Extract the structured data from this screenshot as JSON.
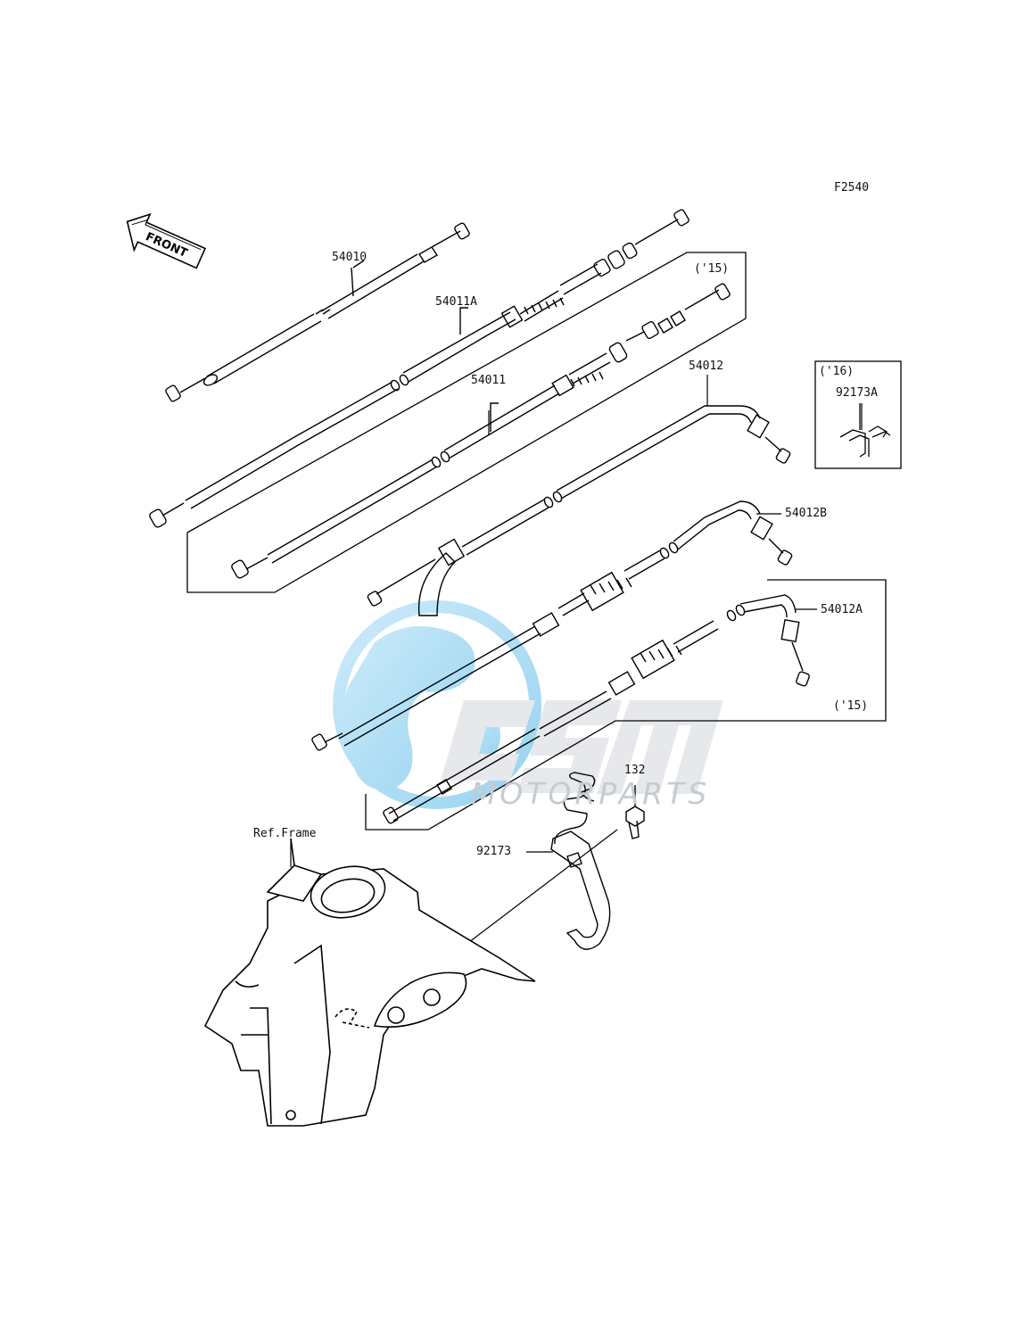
{
  "diagram_code": "F2540",
  "front_label": "FRONT",
  "ref_frame_label": "Ref.Frame",
  "parts": [
    {
      "id": "54010"
    },
    {
      "id": "54011A"
    },
    {
      "id": "54011"
    },
    {
      "id": "54012"
    },
    {
      "id": "54012B"
    },
    {
      "id": "54012A"
    },
    {
      "id": "92173A"
    },
    {
      "id": "132"
    },
    {
      "id": "92173"
    }
  ],
  "year_tags": {
    "box_54011": "('15)",
    "box_54012A": "('15)",
    "box_92173A": "('16)"
  },
  "watermark": {
    "brand": "OSM",
    "tagline": "MOTORPARTS",
    "color_primary": "#1e9fe0",
    "color_secondary": "#c8ced3"
  }
}
